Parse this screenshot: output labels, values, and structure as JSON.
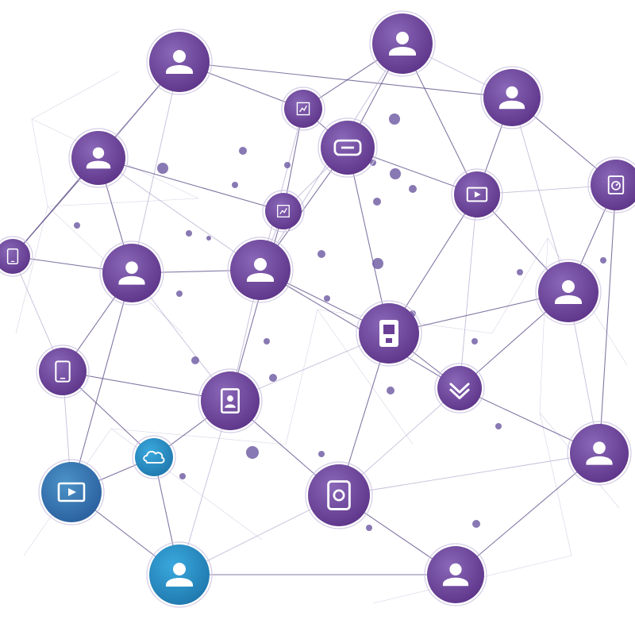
{
  "diagram": {
    "colors": {
      "background": "#ffffff",
      "node_purple": "#6a3f96",
      "node_purple_light": "#7a55a8",
      "node_blue": "#2f7fb5",
      "node_teal": "#2a9ad0",
      "edge_dark": "#5b4a86",
      "edge_light": "#b6aed0",
      "dot": "#6a56a0",
      "icon": "#ffffff"
    },
    "nodes": [
      {
        "id": "n1",
        "icon": "user-icon",
        "color": "purple"
      },
      {
        "id": "n2",
        "icon": "user-icon",
        "color": "purple"
      },
      {
        "id": "n3",
        "icon": "user-icon",
        "color": "purple"
      },
      {
        "id": "n4",
        "icon": "chart-icon",
        "color": "purple"
      },
      {
        "id": "n5",
        "icon": "user-icon",
        "color": "purple"
      },
      {
        "id": "n6",
        "icon": "message-icon",
        "color": "purple"
      },
      {
        "id": "n7",
        "icon": "video-icon",
        "color": "purple"
      },
      {
        "id": "n8",
        "icon": "clock-icon",
        "color": "purple"
      },
      {
        "id": "n9",
        "icon": "chart-icon",
        "color": "purple"
      },
      {
        "id": "n10",
        "icon": "tablet-icon",
        "color": "purple"
      },
      {
        "id": "n11",
        "icon": "user-icon",
        "color": "purple"
      },
      {
        "id": "n12",
        "icon": "user-icon",
        "color": "purple"
      },
      {
        "id": "n13",
        "icon": "user-icon",
        "color": "purple"
      },
      {
        "id": "n14",
        "icon": "media-player-icon",
        "color": "purple"
      },
      {
        "id": "n15",
        "icon": "tablet-icon",
        "color": "purple"
      },
      {
        "id": "n16",
        "icon": "download-icon",
        "color": "purple"
      },
      {
        "id": "n17",
        "icon": "photo-icon",
        "color": "purple"
      },
      {
        "id": "n18",
        "icon": "cloud-icon",
        "color": "teal"
      },
      {
        "id": "n19",
        "icon": "user-icon",
        "color": "purple"
      },
      {
        "id": "n20",
        "icon": "video-icon",
        "color": "blue"
      },
      {
        "id": "n21",
        "icon": "music-icon",
        "color": "purple"
      },
      {
        "id": "n22",
        "icon": "user-icon",
        "color": "teal"
      },
      {
        "id": "n23",
        "icon": "user-icon",
        "color": "purple"
      }
    ],
    "edges": [
      [
        "n1",
        "n5"
      ],
      [
        "n1",
        "n4"
      ],
      [
        "n1",
        "n10"
      ],
      [
        "n1",
        "n11"
      ],
      [
        "n1",
        "n3"
      ],
      [
        "n2",
        "n4"
      ],
      [
        "n2",
        "n3"
      ],
      [
        "n2",
        "n7"
      ],
      [
        "n2",
        "n6"
      ],
      [
        "n2",
        "n12"
      ],
      [
        "n3",
        "n7"
      ],
      [
        "n3",
        "n8"
      ],
      [
        "n3",
        "n13"
      ],
      [
        "n4",
        "n6"
      ],
      [
        "n4",
        "n9"
      ],
      [
        "n4",
        "n12"
      ],
      [
        "n5",
        "n10"
      ],
      [
        "n5",
        "n11"
      ],
      [
        "n5",
        "n12"
      ],
      [
        "n5",
        "n9"
      ],
      [
        "n6",
        "n7"
      ],
      [
        "n6",
        "n9"
      ],
      [
        "n6",
        "n14"
      ],
      [
        "n6",
        "n12"
      ],
      [
        "n7",
        "n8"
      ],
      [
        "n7",
        "n13"
      ],
      [
        "n7",
        "n14"
      ],
      [
        "n7",
        "n16"
      ],
      [
        "n8",
        "n13"
      ],
      [
        "n8",
        "n19"
      ],
      [
        "n9",
        "n12"
      ],
      [
        "n9",
        "n17"
      ],
      [
        "n10",
        "n11"
      ],
      [
        "n10",
        "n15"
      ],
      [
        "n11",
        "n12"
      ],
      [
        "n11",
        "n15"
      ],
      [
        "n11",
        "n17"
      ],
      [
        "n11",
        "n20"
      ],
      [
        "n12",
        "n14"
      ],
      [
        "n12",
        "n17"
      ],
      [
        "n12",
        "n16"
      ],
      [
        "n13",
        "n16"
      ],
      [
        "n13",
        "n19"
      ],
      [
        "n13",
        "n14"
      ],
      [
        "n14",
        "n16"
      ],
      [
        "n14",
        "n17"
      ],
      [
        "n14",
        "n21"
      ],
      [
        "n15",
        "n18"
      ],
      [
        "n15",
        "n20"
      ],
      [
        "n15",
        "n17"
      ],
      [
        "n16",
        "n19"
      ],
      [
        "n16",
        "n21"
      ],
      [
        "n17",
        "n18"
      ],
      [
        "n17",
        "n21"
      ],
      [
        "n17",
        "n22"
      ],
      [
        "n18",
        "n20"
      ],
      [
        "n18",
        "n22"
      ],
      [
        "n19",
        "n21"
      ],
      [
        "n19",
        "n23"
      ],
      [
        "n20",
        "n22"
      ],
      [
        "n21",
        "n22"
      ],
      [
        "n21",
        "n23"
      ],
      [
        "n22",
        "n23"
      ]
    ]
  }
}
